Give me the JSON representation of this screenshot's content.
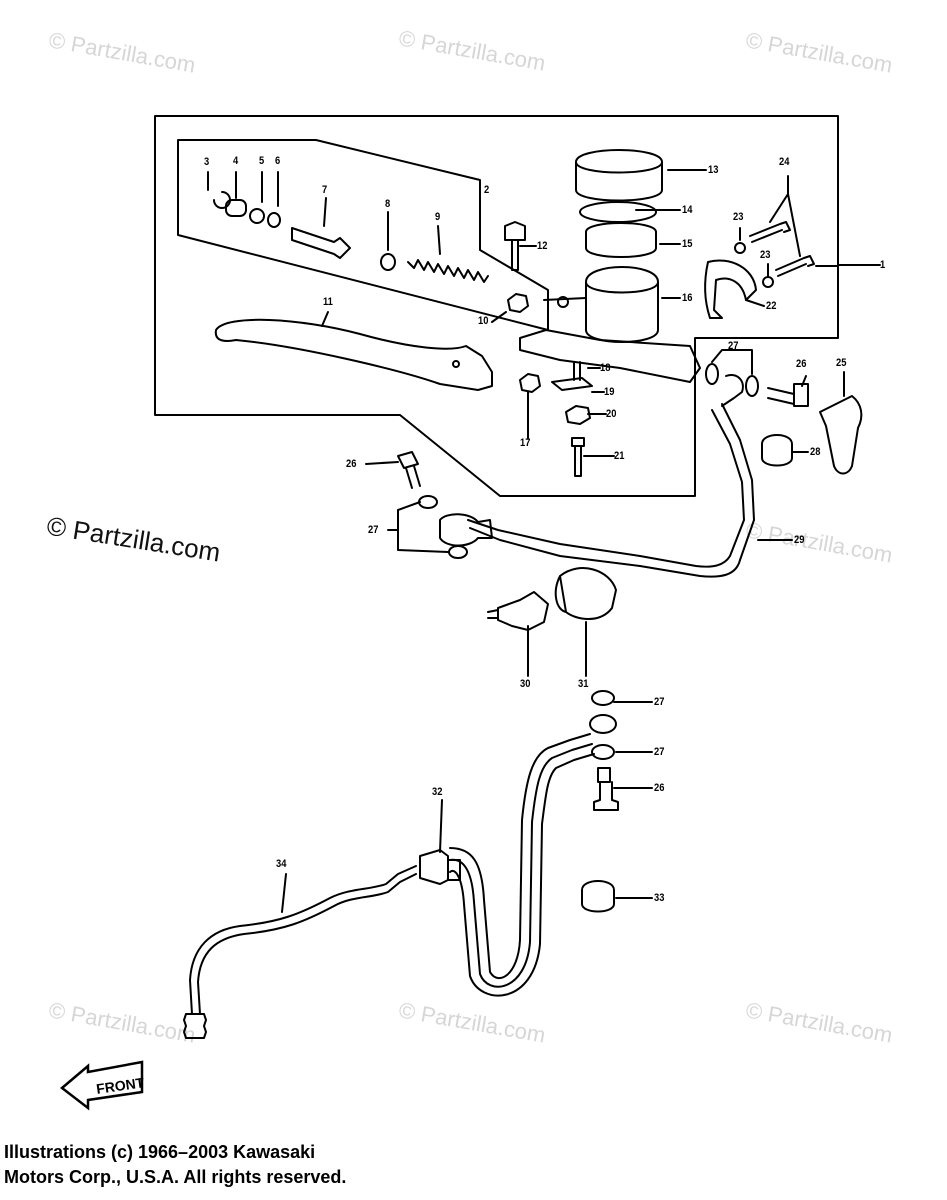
{
  "watermarks": {
    "light": "© Partzilla.com",
    "dark": "© Partzilla.com"
  },
  "front_label": "FRONT",
  "copyright": {
    "line1": "Illustrations (c) 1966–2003 Kawasaki",
    "line2": "Motors Corp., U.S.A.  All rights reserved."
  },
  "callouts": {
    "c1": "1",
    "c2": "2",
    "c3": "3",
    "c4": "4",
    "c5": "5",
    "c6": "6",
    "c7": "7",
    "c8": "8",
    "c9": "9",
    "c10": "10",
    "c11": "11",
    "c12": "12",
    "c13": "13",
    "c14": "14",
    "c15": "15",
    "c16": "16",
    "c17": "17",
    "c18": "18",
    "c19": "19",
    "c20": "20",
    "c21": "21",
    "c22": "22",
    "c23a": "23",
    "c23b": "23",
    "c24": "24",
    "c25": "25",
    "c26a": "26",
    "c26b": "26",
    "c26c": "26",
    "c27a": "27",
    "c27b": "27",
    "c27c": "27",
    "c27d": "27",
    "c28": "28",
    "c29": "29",
    "c30": "30",
    "c31": "31",
    "c32": "32",
    "c33": "33",
    "c34": "34"
  }
}
